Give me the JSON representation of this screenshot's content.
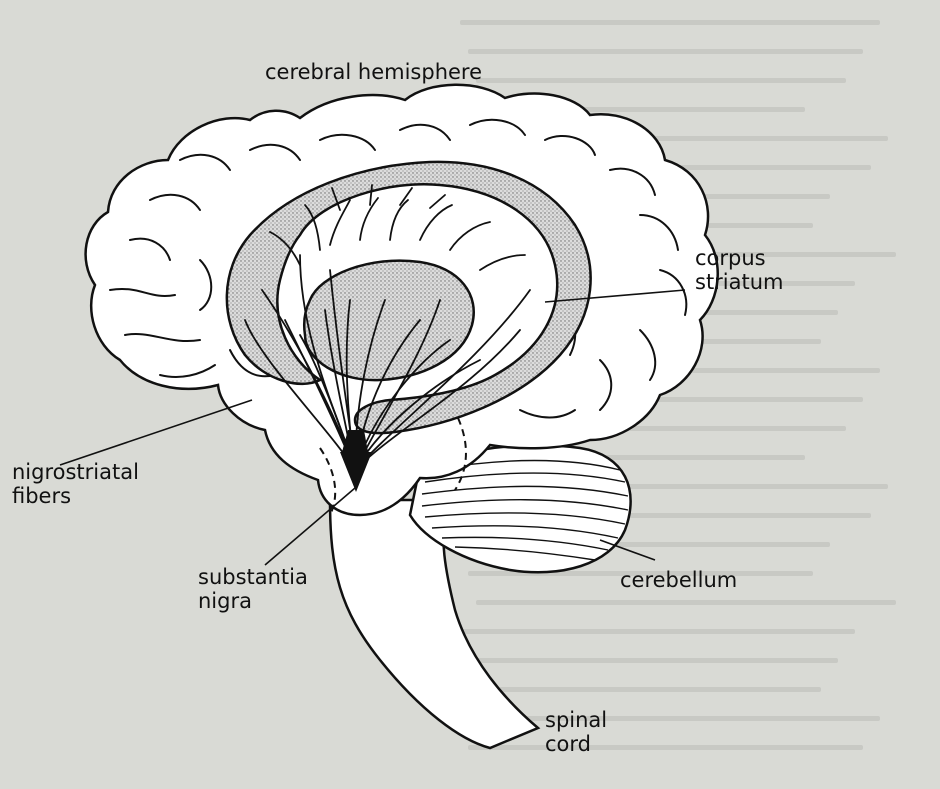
{
  "diagram": {
    "labels": {
      "cerebral_hemisphere": "cerebral hemisphere",
      "corpus_striatum": [
        "corpus",
        "striatum"
      ],
      "nigrostriatal_fibers": [
        "nigrostriatal",
        "fibers"
      ],
      "substantia_nigra": [
        "substantia",
        "nigra"
      ],
      "cerebellum": "cerebellum",
      "spinal_cord": [
        "spinal",
        "cord"
      ]
    },
    "colors": {
      "background": "#d9dad5",
      "brain_fill": "#ffffff",
      "striatum_fill": "#cfcfcf",
      "outline": "#111111"
    }
  }
}
